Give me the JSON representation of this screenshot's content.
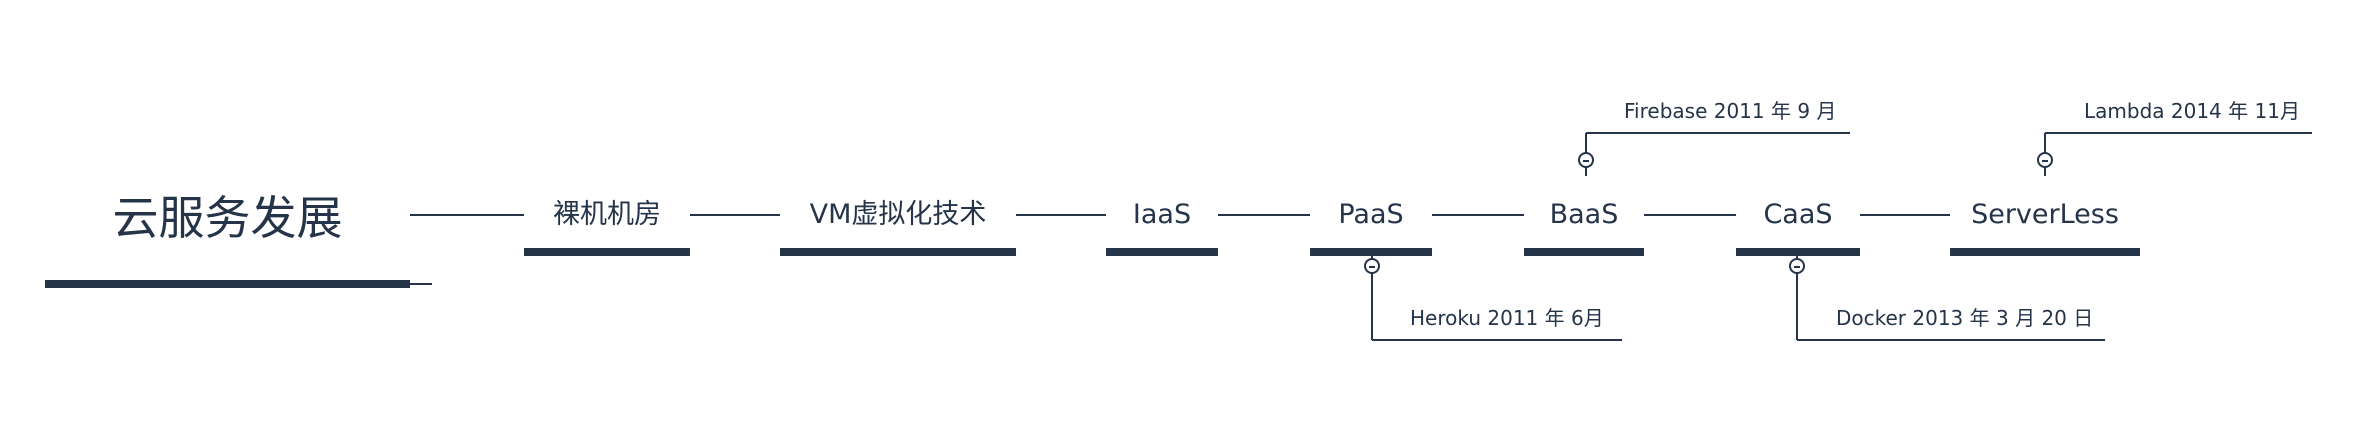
{
  "diagram": {
    "title": "云服务发展",
    "nodes": [
      {
        "label": "裸机机房"
      },
      {
        "label": "VM虚拟化技术"
      },
      {
        "label": "IaaS"
      },
      {
        "label": "PaaS"
      },
      {
        "label": "BaaS"
      },
      {
        "label": "CaaS"
      },
      {
        "label": "ServerLess"
      }
    ],
    "notes": {
      "paas": "Heroku 2011 年 6月",
      "baas": "Firebase 2011 年 9 月",
      "caas": "Docker 2013 年 3 月 20 日",
      "serverless": "Lambda 2014 年 11月"
    },
    "colors": {
      "line": "#253448",
      "text": "#253448",
      "background": "#ffffff"
    }
  }
}
